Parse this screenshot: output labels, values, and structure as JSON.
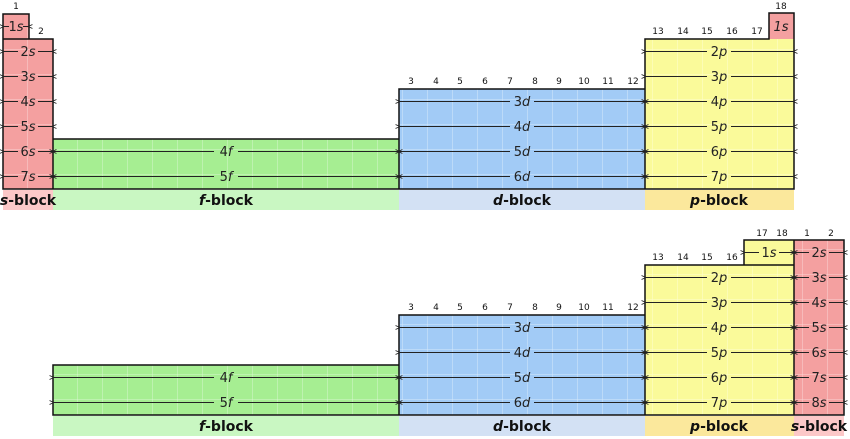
{
  "top_table": {
    "group_labels": {
      "g1": "1",
      "g2": "2",
      "g3": "3",
      "g4": "4",
      "g5": "5",
      "g6": "6",
      "g7": "7",
      "g8": "8",
      "g9": "9",
      "g10": "10",
      "g11": "11",
      "g12": "12",
      "g13": "13",
      "g14": "14",
      "g15": "15",
      "g16": "16",
      "g17": "17",
      "g18": "18"
    },
    "s_labels": [
      "1s",
      "2s",
      "3s",
      "4s",
      "5s",
      "6s",
      "7s"
    ],
    "s_right_label": "1s",
    "f_labels": [
      "4f",
      "5f"
    ],
    "d_labels": [
      "3d",
      "4d",
      "5d",
      "6d"
    ],
    "p_labels": [
      "2p",
      "3p",
      "4p",
      "5p",
      "6p",
      "7p"
    ],
    "block_labels": {
      "s": {
        "letter": "s",
        "suffix": "-block"
      },
      "f": {
        "letter": "f",
        "suffix": "-block"
      },
      "d": {
        "letter": "d",
        "suffix": "-block"
      },
      "p": {
        "letter": "p",
        "suffix": "-block"
      }
    }
  },
  "bottom_table": {
    "group_labels": {
      "g3": "3",
      "g4": "4",
      "g5": "5",
      "g6": "6",
      "g7": "7",
      "g8": "8",
      "g9": "9",
      "g10": "10",
      "g11": "11",
      "g12": "12",
      "g13": "13",
      "g14": "14",
      "g15": "15",
      "g16": "16",
      "g17": "17",
      "g18": "18",
      "g1": "1",
      "g2": "2"
    },
    "he_label": "1s",
    "s_labels": [
      "2s",
      "3s",
      "4s",
      "5s",
      "6s",
      "7s",
      "8s"
    ],
    "f_labels": [
      "4f",
      "5f"
    ],
    "d_labels": [
      "3d",
      "4d",
      "5d",
      "6d"
    ],
    "p_labels": [
      "2p",
      "3p",
      "4p",
      "5p",
      "6p",
      "7p"
    ],
    "block_labels": {
      "f": {
        "letter": "f",
        "suffix": "-block"
      },
      "d": {
        "letter": "d",
        "suffix": "-block"
      },
      "p": {
        "letter": "p",
        "suffix": "-block"
      },
      "s": {
        "letter": "s",
        "suffix": "-block"
      }
    }
  },
  "colors": {
    "s_block": "#f4a0a0",
    "f_block": "#a6ee92",
    "d_block": "#a2cbf6",
    "p_block": "#fafa9a",
    "s_footer": "#fcc8c8",
    "f_footer": "#c9f7c2",
    "d_footer": "#d3e1f4",
    "p_footer": "#fbe89c",
    "outline": "#111111"
  }
}
